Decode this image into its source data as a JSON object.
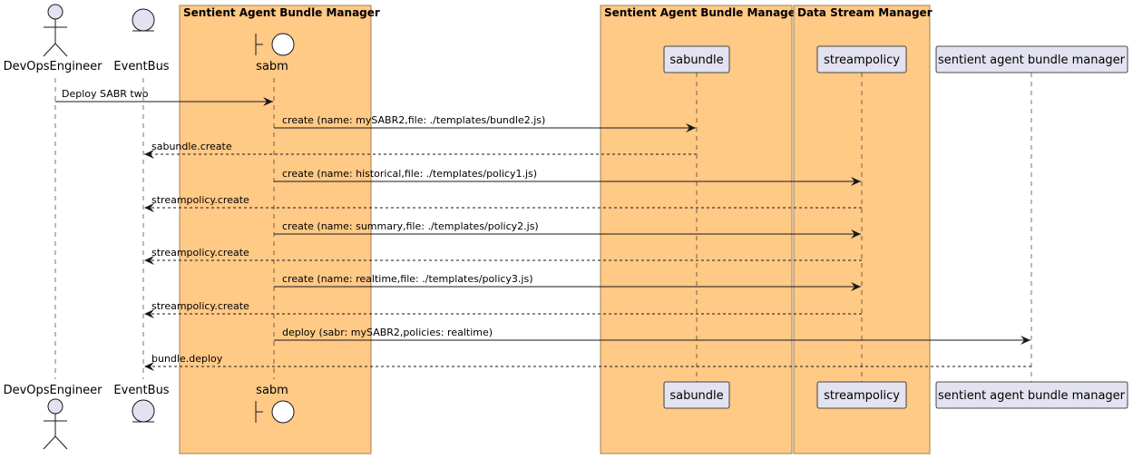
{
  "colors": {
    "box_fill": "#FFC986",
    "box_stroke": "#A0804E",
    "participant_fill": "#E2E2F0",
    "participant_stroke": "#181818",
    "line": "#181818"
  },
  "boxes": [
    {
      "id": "box-sabm",
      "title": "Sentient Agent Bundle Manager"
    },
    {
      "id": "box-sabundle",
      "title": "Sentient Agent Bundle Manager"
    },
    {
      "id": "box-dsm",
      "title": "Data Stream Manager"
    }
  ],
  "participants": [
    {
      "id": "devops",
      "label": "DevOpsEngineer",
      "shape": "actor-icon"
    },
    {
      "id": "eventbus",
      "label": "EventBus",
      "shape": "entity-icon"
    },
    {
      "id": "sabm",
      "label": "sabm",
      "shape": "boundary-icon"
    },
    {
      "id": "sabundle",
      "label": "sabundle",
      "shape": "participant-box"
    },
    {
      "id": "streampolicy",
      "label": "streampolicy",
      "shape": "participant-box"
    },
    {
      "id": "sabmgr",
      "label": "sentient agent bundle manager",
      "shape": "participant-box"
    }
  ],
  "messages": [
    {
      "from": "devops",
      "to": "sabm",
      "label": "Deploy SABR two",
      "dashed": false
    },
    {
      "from": "sabm",
      "to": "sabundle",
      "label": "create (name: mySABR2,file: ./templates/bundle2.js)",
      "dashed": false
    },
    {
      "from": "sabundle",
      "to": "eventbus",
      "label": "sabundle.create",
      "dashed": true
    },
    {
      "from": "sabm",
      "to": "streampolicy",
      "label": "create (name: historical,file: ./templates/policy1.js)",
      "dashed": false
    },
    {
      "from": "streampolicy",
      "to": "eventbus",
      "label": "streampolicy.create",
      "dashed": true
    },
    {
      "from": "sabm",
      "to": "streampolicy",
      "label": "create (name: summary,file: ./templates/policy2.js)",
      "dashed": false
    },
    {
      "from": "streampolicy",
      "to": "eventbus",
      "label": "streampolicy.create",
      "dashed": true
    },
    {
      "from": "sabm",
      "to": "streampolicy",
      "label": "create (name: realtime,file: ./templates/policy3.js)",
      "dashed": false
    },
    {
      "from": "streampolicy",
      "to": "eventbus",
      "label": "streampolicy.create",
      "dashed": true
    },
    {
      "from": "sabm",
      "to": "sabmgr",
      "label": "deploy (sabr: mySABR2,policies: realtime)",
      "dashed": false
    },
    {
      "from": "sabmgr",
      "to": "eventbus",
      "label": "bundle.deploy",
      "dashed": true
    }
  ]
}
